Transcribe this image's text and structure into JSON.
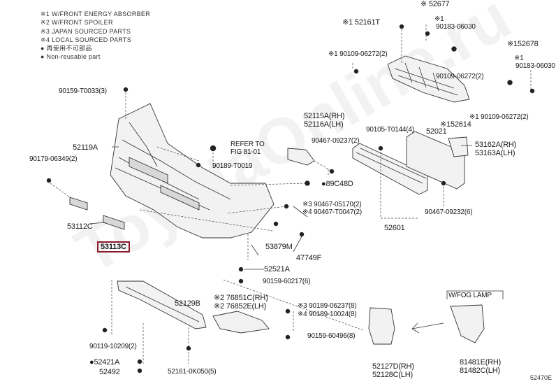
{
  "legend": {
    "items": [
      "※1 W/FRONT ENERGY ABSORBER",
      "※2 W/FRONT SPOILER",
      "※3 JAPAN SOURCED PARTS",
      "※4 LOCAL SOURCED PARTS",
      "● 再使用不可部品",
      "● Non-reusable part"
    ]
  },
  "watermark": "ToyotaOnline.ru",
  "diagram_id": "52470E",
  "labels": {
    "p52677": "※ 52677",
    "p52161T": "※1 52161T",
    "n1a": "※1",
    "n9018306030a": "90183-06030",
    "n9010906272_2a": "※1 90109-06272(2)",
    "n9010906272_2b": "90109-06272(2)",
    "p152678": "※152678",
    "n1b": "※1",
    "n9018306030b": "90183-06030",
    "n9010906272_2c": "※1 90109-06272(2)",
    "p152614": "※152614",
    "n90159T0033": "90159-T0033(3)",
    "p52119A": "52119A",
    "refer": "REFER TO",
    "fig": "FIG 81-01",
    "n90189T0019": "90189-T0019",
    "n9017906349": "90179-06349(2)",
    "p52115A": "52115A(RH)",
    "p52116A": "52116A(LH)",
    "n9046709237": "90467-09237(2)",
    "n90105T0144": "90105-T0144(4)",
    "p52021": "52021",
    "p53162A": "53162A(RH)",
    "p53163A": "53163A(LH)",
    "p89C48D": "●89C48D",
    "n9046705170": "※3 90467-05170(2)",
    "n90467T0047": "※4 90467-T0047(2)",
    "n9046709232": "90467-09232(6)",
    "p53112C": "53112C",
    "p53113C": "53113C",
    "p52601": "52601",
    "p53879M": "53879M",
    "p47749F": "47749F",
    "p52521A": "52521A",
    "n9015960217": "90159-60217(6)",
    "p52129B": "52129B",
    "p76851C": "※2 76851C(RH)",
    "p76852E": "※2 76852E(LH)",
    "n9018906237": "※3 90189-06237(8)",
    "n9018910024": "※4 90189-10024(8)",
    "n9015960496": "90159-60496(8)",
    "wfog": "W/FOG LAMP",
    "n9011910209": "90119-10209(2)",
    "p52421A": "●52421A",
    "p52492": "52492",
    "n52161K0050": "52161-0K050(5)",
    "p52127D": "52127D(RH)",
    "p52128C": "52128C(LH)",
    "p81481E": "81481E(RH)",
    "p81482C": "81482C(LH)"
  }
}
